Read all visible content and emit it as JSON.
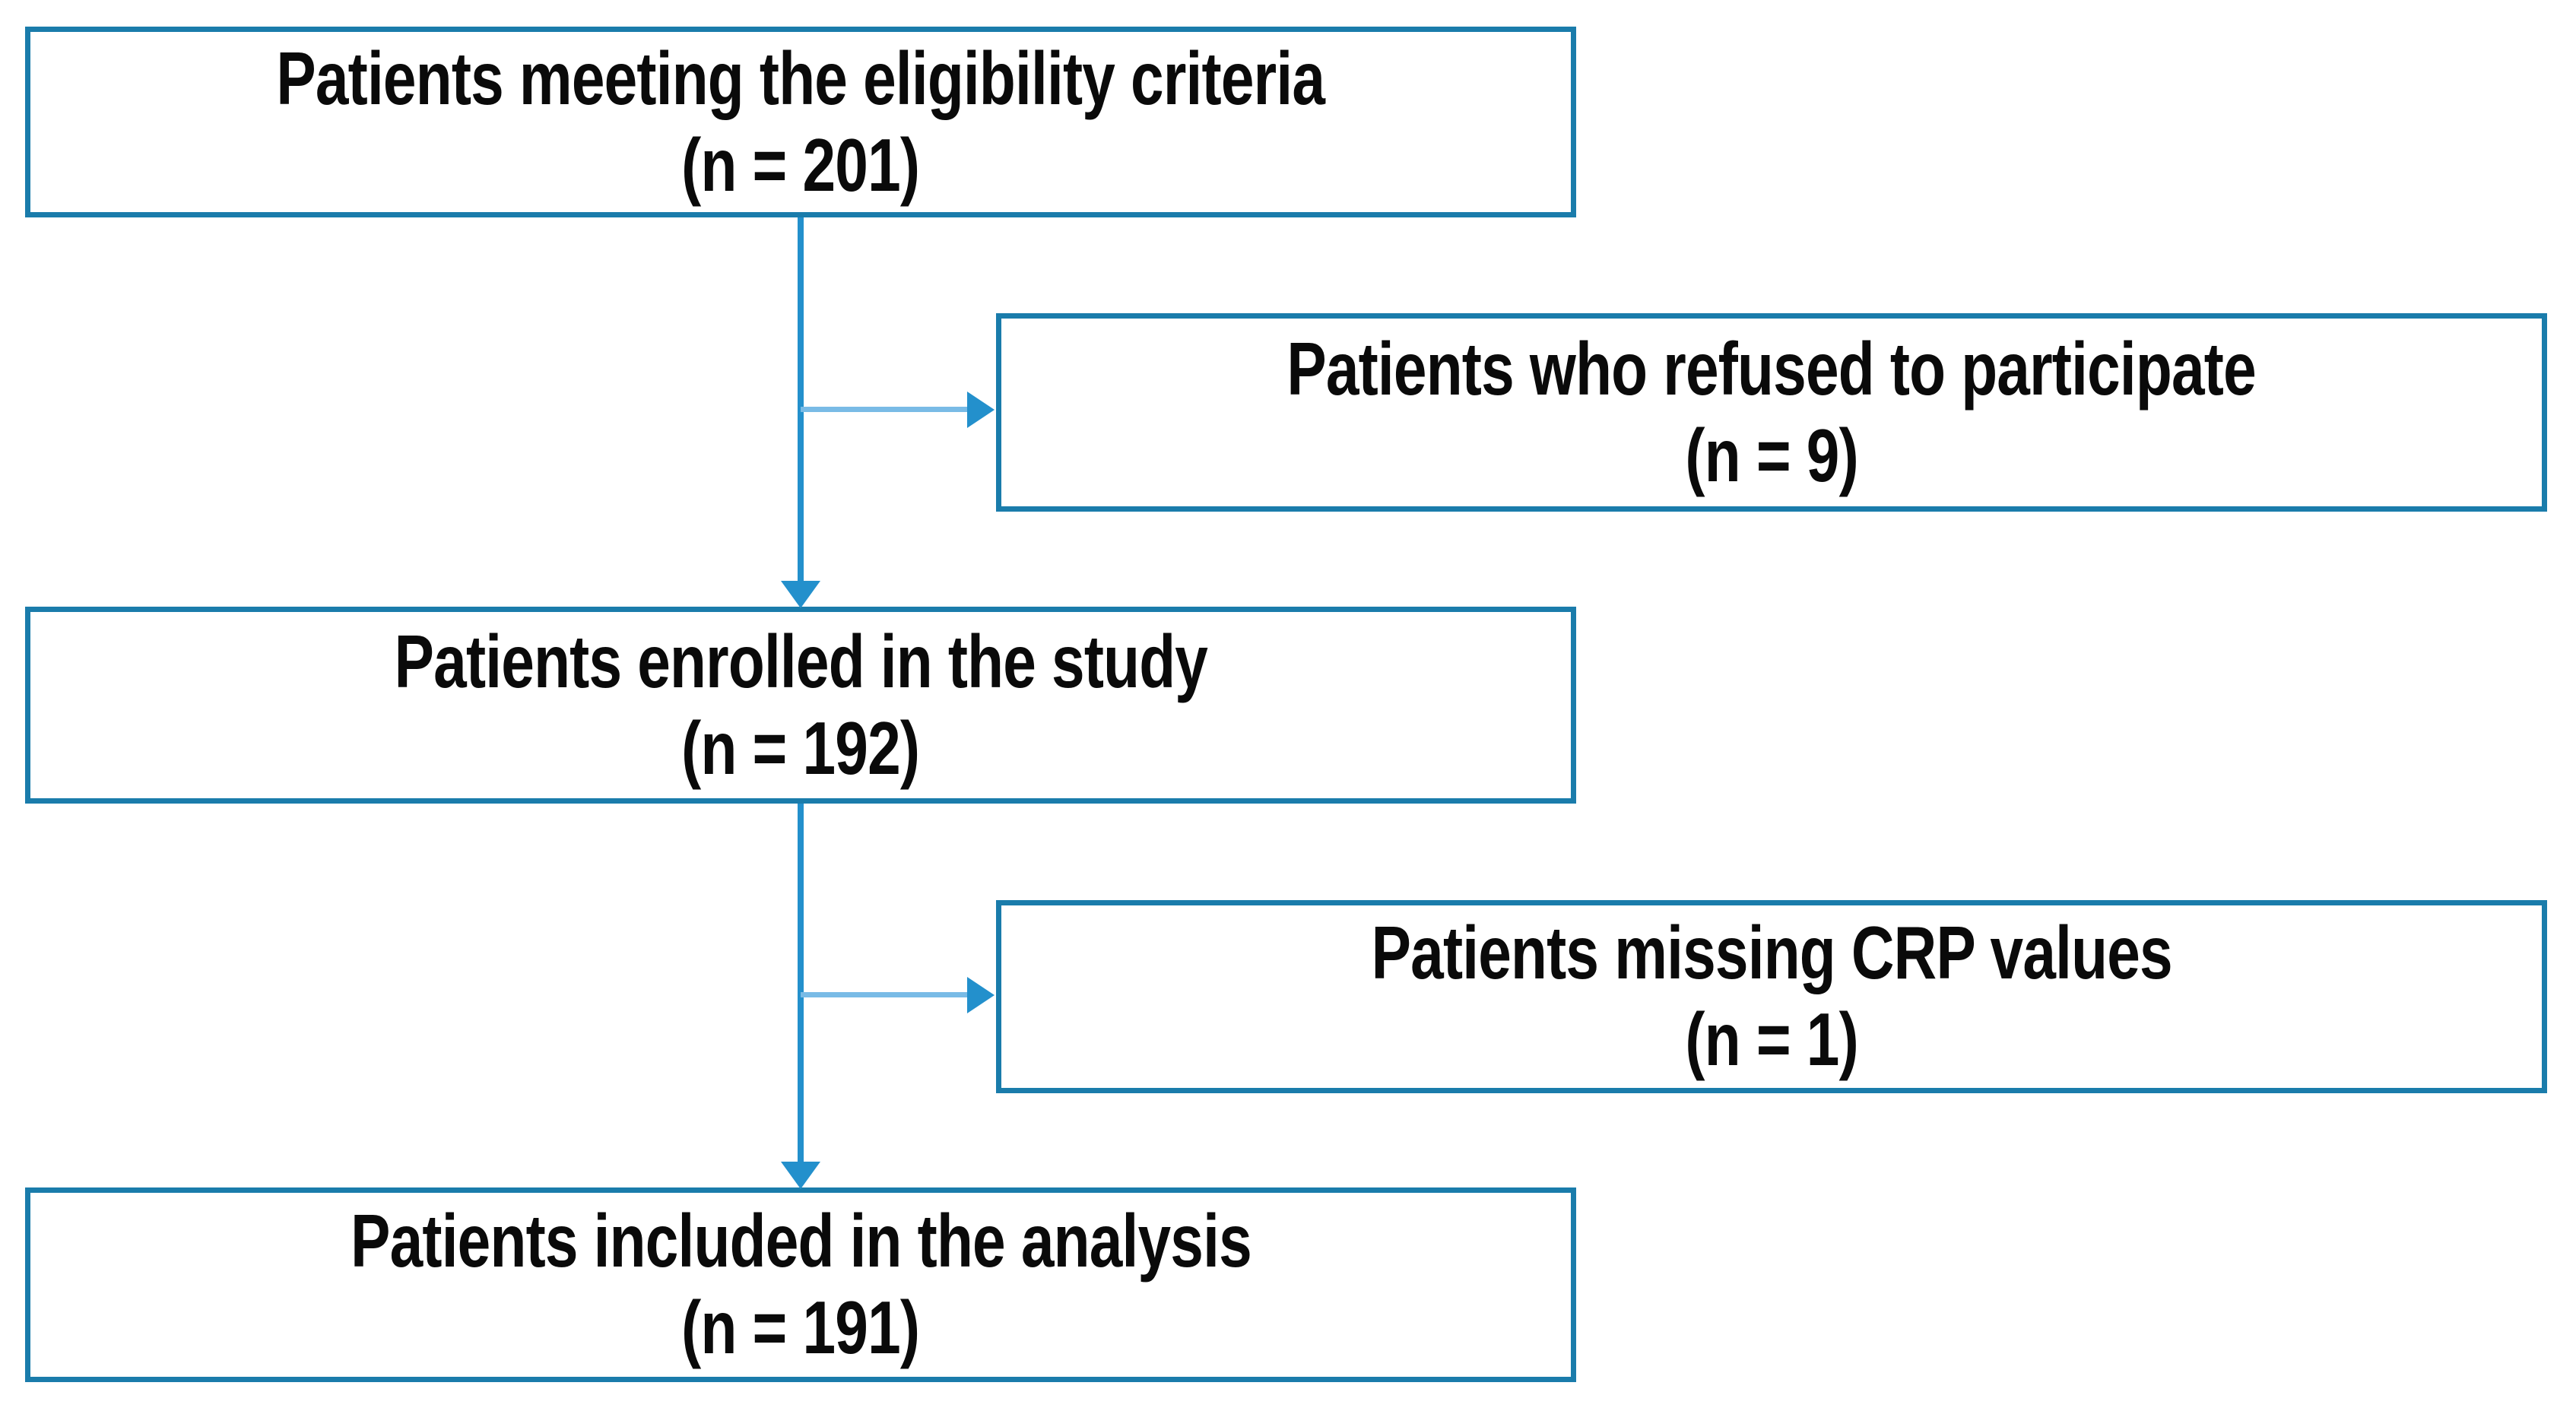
{
  "figure": {
    "type": "flowchart",
    "orientation": "top-to-bottom",
    "title": "Study participant flow diagram",
    "colors": {
      "box_border": "#1a7cab",
      "box_fill": "#ffffff",
      "connector_line": "#2390cc",
      "branch_line": "#79bbe6",
      "arrowhead": "#2390cc",
      "text": "#0a0a0a"
    }
  },
  "nodes": [
    {
      "id": "eligible",
      "label": "Patients meeting the eligibility criteria",
      "count_text": "(n = 201)",
      "n": 201,
      "column": "main"
    },
    {
      "id": "refused",
      "label": "Patients who refused to participate",
      "count_text": "(n = 9)",
      "n": 9,
      "column": "excluded"
    },
    {
      "id": "enrolled",
      "label": "Patients enrolled in the study",
      "count_text": "(n = 192)",
      "n": 192,
      "column": "main"
    },
    {
      "id": "missing",
      "label": "Patients missing CRP values",
      "count_text": "(n = 1)",
      "n": 1,
      "column": "excluded"
    },
    {
      "id": "included",
      "label": "Patients included in the analysis",
      "count_text": "(n = 191)",
      "n": 191,
      "column": "main"
    }
  ],
  "edges": [
    {
      "from": "eligible",
      "to": "enrolled",
      "direction": "down",
      "style": "solid-arrow"
    },
    {
      "from": "eligible",
      "to": "refused",
      "direction": "right",
      "style": "solid-arrow"
    },
    {
      "from": "enrolled",
      "to": "included",
      "direction": "down",
      "style": "solid-arrow"
    },
    {
      "from": "enrolled",
      "to": "missing",
      "direction": "right",
      "style": "solid-arrow"
    }
  ],
  "icons": {
    "down_arrow": "arrow-down-icon",
    "right_arrow": "arrow-right-icon"
  }
}
